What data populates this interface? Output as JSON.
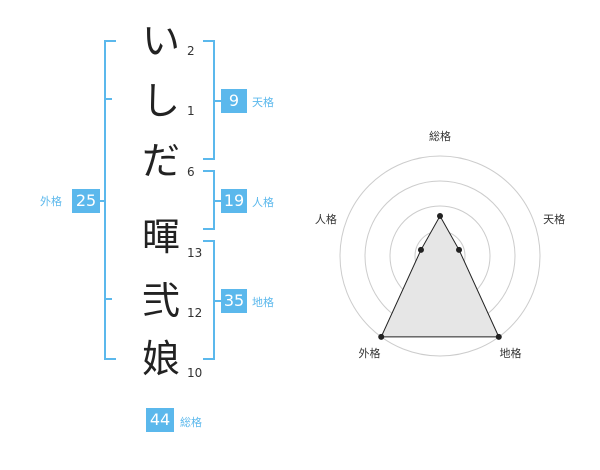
{
  "name": {
    "characters": [
      {
        "char": "い",
        "strokes": "2"
      },
      {
        "char": "し",
        "strokes": "1"
      },
      {
        "char": "だ",
        "strokes": "6"
      },
      {
        "char": "暉",
        "strokes": "13"
      },
      {
        "char": "弐",
        "strokes": "12"
      },
      {
        "char": "娘",
        "strokes": "10"
      }
    ]
  },
  "scores": {
    "tenkaku": {
      "value": "9",
      "label": "天格"
    },
    "jinkaku": {
      "value": "19",
      "label": "人格"
    },
    "chikaku": {
      "value": "35",
      "label": "地格"
    },
    "gaikaku": {
      "value": "25",
      "label": "外格"
    },
    "soukaku": {
      "value": "44",
      "label": "総格"
    }
  },
  "radar": {
    "axes": [
      "総格",
      "天格",
      "地格",
      "外格",
      "人格"
    ],
    "values": [
      0.4,
      0.2,
      1.0,
      1.0,
      0.2
    ],
    "max": 1.0,
    "rings": 4,
    "colors": {
      "ring": "#cccccc",
      "fill": "#e6e6e6",
      "stroke": "#222222",
      "accent": "#5bb8ec"
    }
  }
}
